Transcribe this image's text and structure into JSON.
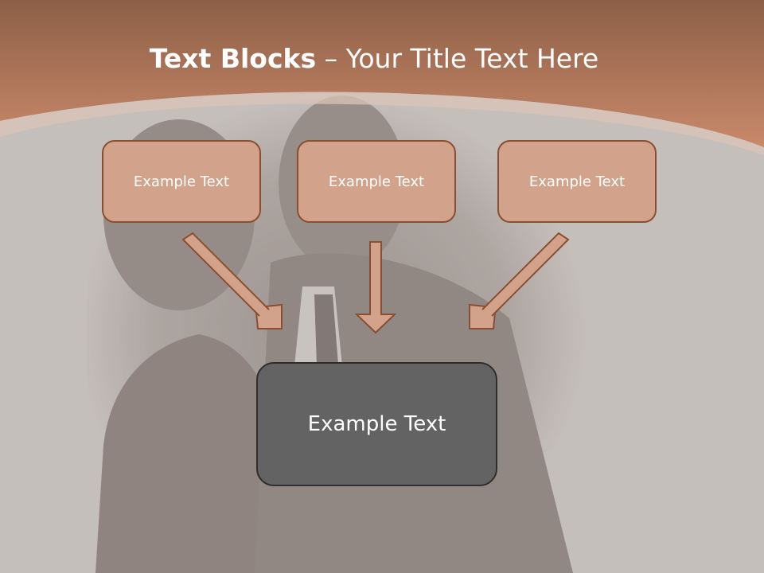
{
  "slide": {
    "title_bold": "Text Blocks",
    "title_rest": " – Your Title Text Here",
    "blocks": [
      {
        "label": "Example Text"
      },
      {
        "label": "Example Text"
      },
      {
        "label": "Example Text"
      }
    ],
    "main_block": {
      "label": "Example Text"
    }
  },
  "colors": {
    "header_brown": "#b8775a",
    "block_fill": "#d2a28a",
    "block_border": "#8a4e33",
    "main_block_fill": "#636363",
    "background_gray": "#c5bfbb"
  }
}
